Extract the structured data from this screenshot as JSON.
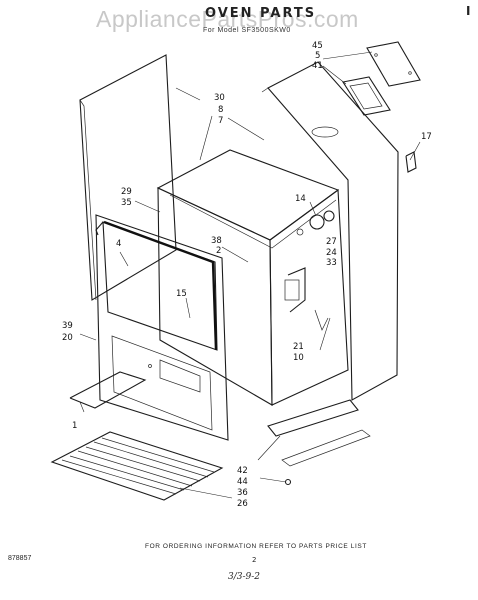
{
  "header": {
    "watermark": "AppliancePartsPros.com",
    "title": "OVEN PARTS",
    "model": "For Model SF3500SKW0",
    "corner_mark": "I"
  },
  "labels": {
    "l45": "45",
    "l5": "5",
    "l41": "41",
    "l30": "30",
    "l8": "8",
    "l7": "7",
    "l17": "17",
    "l29": "29",
    "l35": "35",
    "l14": "14",
    "l27": "27",
    "l24": "24",
    "l33": "33",
    "l4": "4",
    "l38": "38",
    "l2": "2",
    "l15": "15",
    "l39": "39",
    "l20": "20",
    "l21": "21",
    "l10": "10",
    "l1": "1",
    "l42": "42",
    "l44": "44",
    "l36": "36",
    "l26": "26"
  },
  "footer": {
    "note": "FOR ORDERING INFORMATION REFER TO PARTS PRICE LIST",
    "page": "2",
    "doc_number": "878857",
    "handwritten": "3/3-9-2"
  }
}
